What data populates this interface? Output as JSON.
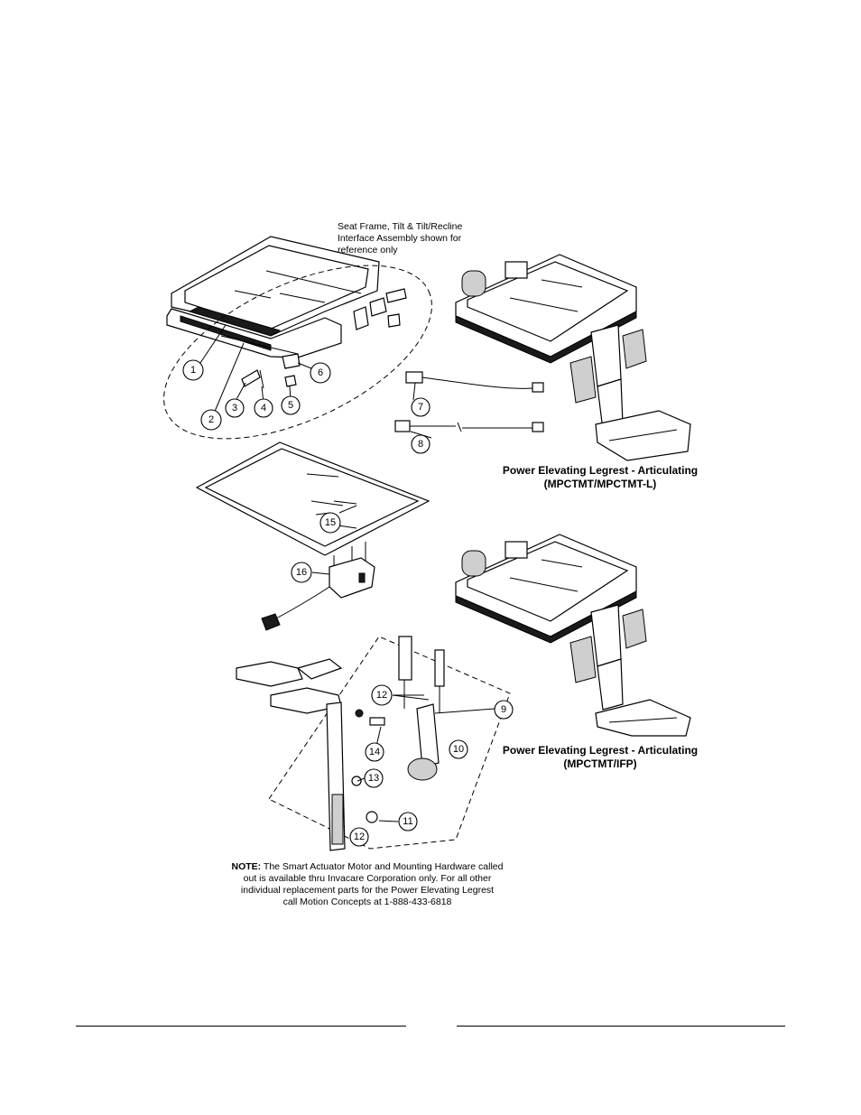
{
  "ref_note": {
    "line1": "Seat Frame, Tilt & Tilt/Recline",
    "line2": "Interface Assembly shown for",
    "line3": "reference only"
  },
  "caption_top": {
    "line1": "Power Elevating Legrest - Articulating",
    "line2": "(MPCTMT/MPCTMT-L)"
  },
  "caption_bottom": {
    "line1": "Power Elevating Legrest - Articulating",
    "line2": "(MPCTMT/IFP)"
  },
  "note": {
    "label": "NOTE:",
    "line1": " The Smart Actuator Motor and Mounting Hardware called",
    "line2": "out is available thru Invacare Corporation only. For all other",
    "line3": "individual replacement parts for the Power Elevating Legrest",
    "line4": "call Motion Concepts at 1-888-433-6818"
  },
  "callouts": [
    "1",
    "2",
    "3",
    "4",
    "5",
    "6",
    "7",
    "8",
    "9",
    "10",
    "11",
    "12",
    "12",
    "13",
    "14",
    "15",
    "16"
  ]
}
